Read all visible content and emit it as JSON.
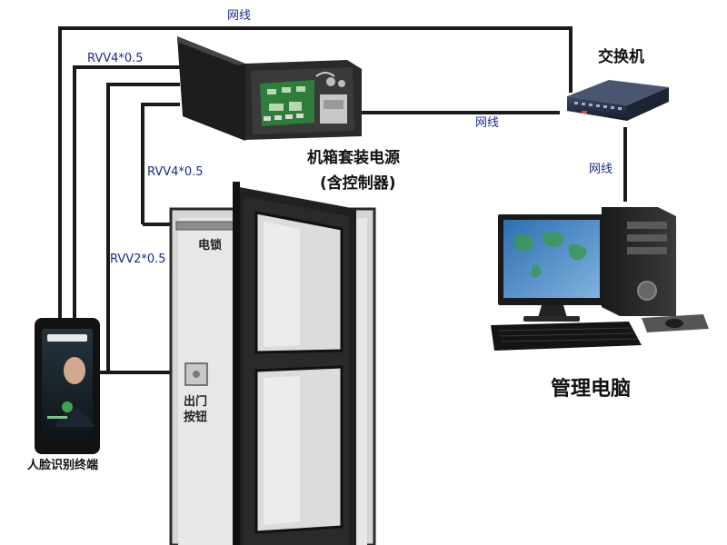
{
  "cables": {
    "top": "网线",
    "box_to_switch": "网线",
    "switch_to_pc": "网线",
    "rvv4_upper": "RVV4*0.5",
    "rvv4_lower": "RVV4*0.5",
    "rvv2": "RVV2*0.5"
  },
  "devices": {
    "switch": "交换机",
    "power_box_line1": "机箱套装电源",
    "power_box_line2": "(含控制器)",
    "lock": "电锁",
    "exit_button_line1": "出门",
    "exit_button_line2": "按钮",
    "terminal": "人脸识别终端",
    "computer": "管理电脑"
  },
  "colors": {
    "cable": "#1a1a1a",
    "cable_label": "#1e2a8a",
    "door_frame": "#2b2b2b",
    "box_body": "#262626",
    "pcb": "#2e7d3a"
  }
}
